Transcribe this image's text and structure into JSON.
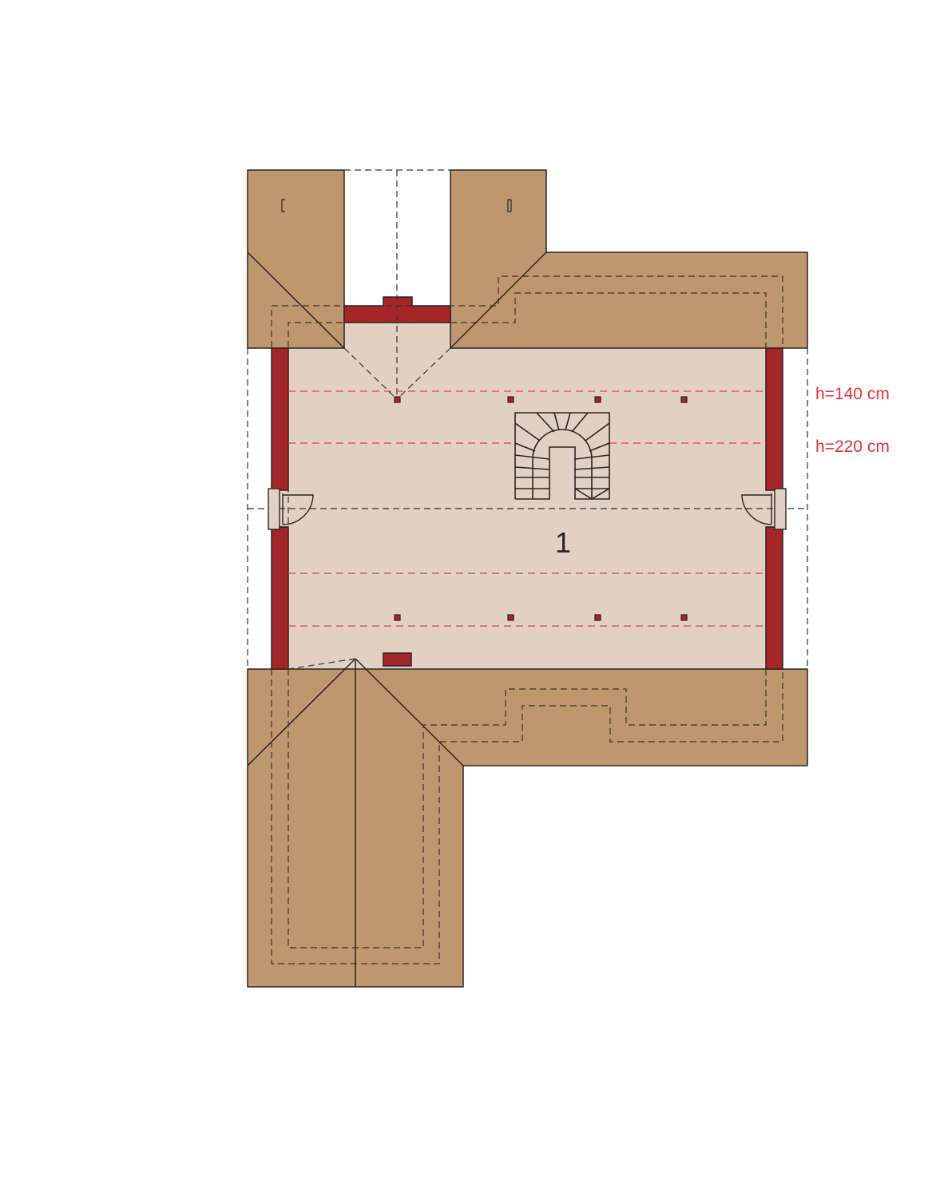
{
  "plan": {
    "room_number": "1",
    "height_labels": [
      "h=140 cm",
      "h=220 cm"
    ],
    "colors": {
      "roof": "#bf976e",
      "floor": "#e2d1c3",
      "wall": "#a52628",
      "height_line": "#e8404a",
      "outline": "#2b2422"
    }
  }
}
